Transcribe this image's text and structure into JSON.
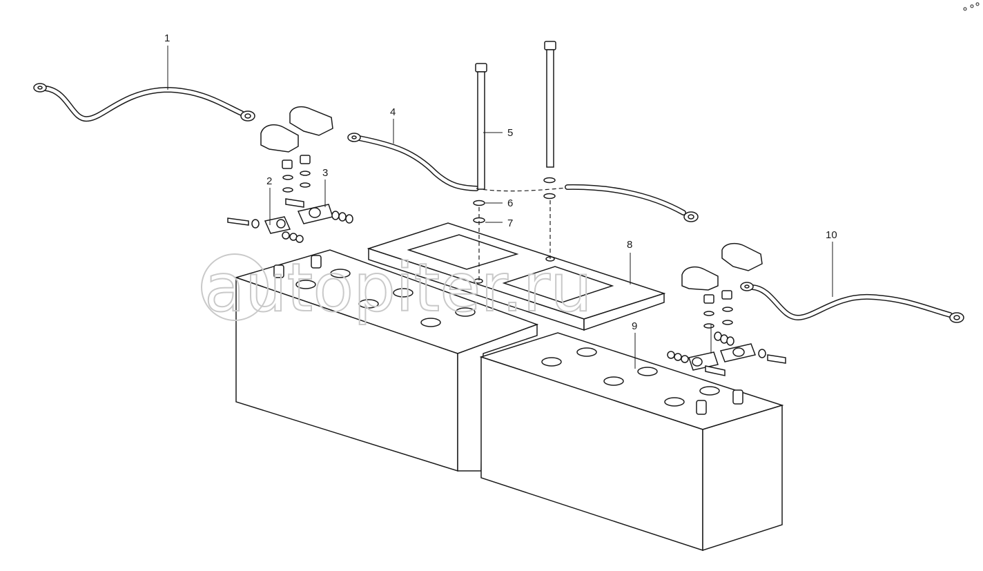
{
  "watermark": "autopiter.ru",
  "callouts": [
    "1",
    "2",
    "3",
    "4",
    "5",
    "6",
    "7",
    "8",
    "9",
    "10"
  ],
  "parts": {
    "cable_1": "cable-1",
    "terminal_clamp_2": "terminal-clamp-2",
    "terminal_clamp_3": "terminal-clamp-3",
    "jumper_cable_4": "jumper-cable-4",
    "tie_rod_5": "tie-rod-5",
    "washer_6": "washer-6",
    "washer_7": "washer-7",
    "hold_down_frame_8": "hold-down-frame-8",
    "battery_9": "battery-9",
    "cable_10": "cable-10"
  }
}
